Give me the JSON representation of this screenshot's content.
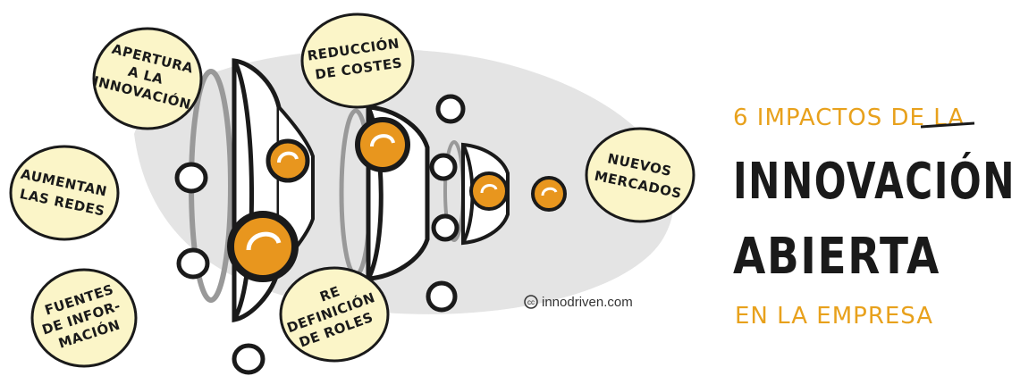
{
  "bubbles": {
    "apertura": [
      "APERTURA",
      "A LA",
      "INNOVACIÓN"
    ],
    "reduccion": [
      "REDUCCIÓN",
      "DE COSTES"
    ],
    "aumentan": [
      "AUMENTAN",
      "LAS REDES"
    ],
    "nuevos": [
      "NUEVOS",
      "MERCADOS"
    ],
    "fuentes": [
      "FUENTES",
      "DE INFOR-",
      "MACIÓN"
    ],
    "redefinicion": [
      "RE",
      "DEFINICIÓN",
      "DE ROLES"
    ]
  },
  "credit": "innodriven.com",
  "credit_icon": "cc-icon",
  "title": {
    "line1": "6 IMPACTOS DE LA",
    "line2": "INNOVACIÓN",
    "line3": "ABIERTA",
    "line4": "EN LA EMPRESA"
  },
  "colors": {
    "bubble_fill": "#fbf5c8",
    "accent_orange": "#e8961e",
    "title_orange": "#e8a11c",
    "shadow_gray": "#e4e4e4",
    "ink": "#1a1a1a"
  }
}
